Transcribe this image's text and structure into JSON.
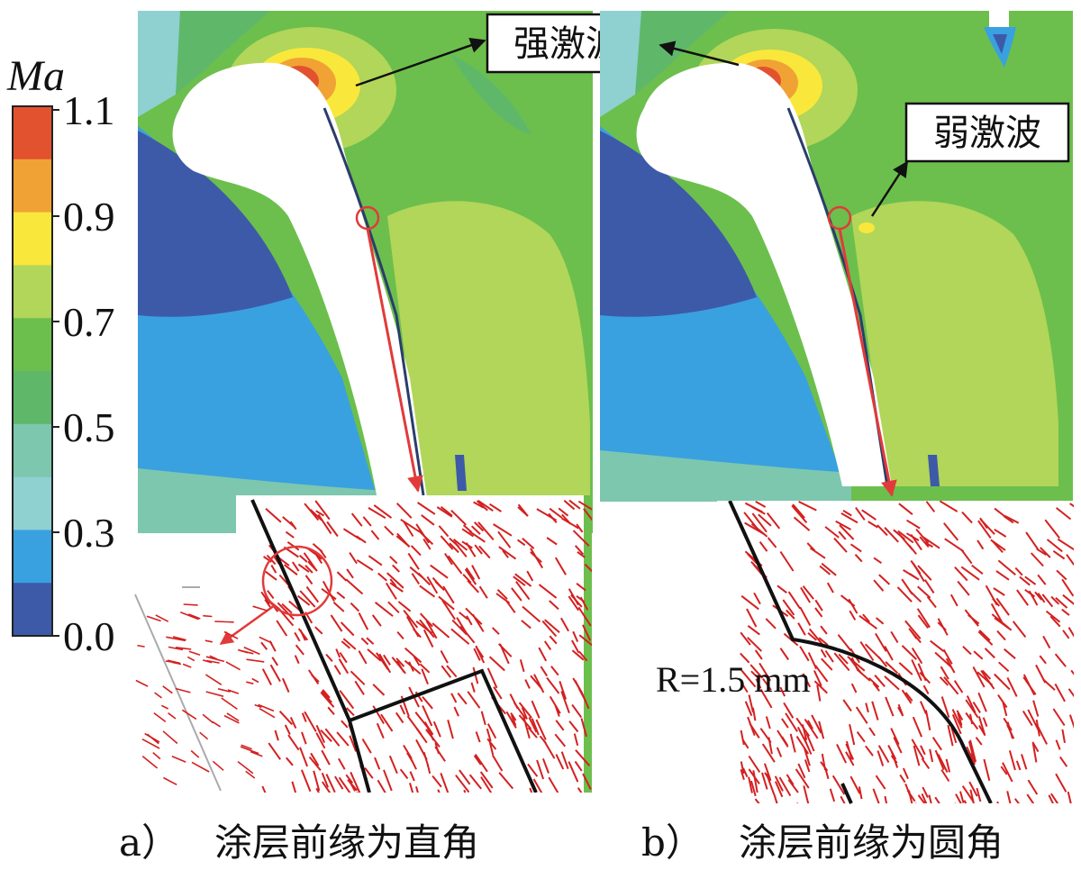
{
  "legend": {
    "title": "Ma",
    "ticks": [
      "1.1",
      "0.9",
      "0.7",
      "0.5",
      "0.3",
      "0.0"
    ],
    "colors": [
      "#e2522f",
      "#f1a235",
      "#f9e83b",
      "#b1d659",
      "#6cbf4c",
      "#5fb86a",
      "#7dc7ae",
      "#8fd0d0",
      "#39a1e0",
      "#3d5aa8"
    ]
  },
  "panel_a": {
    "callout": "强激波",
    "label": "a）",
    "caption": "涂层前缘为直角"
  },
  "panel_b": {
    "callout": "弱激波",
    "label": "b）",
    "caption": "涂层前缘为圆角",
    "radius_label": "R=1.5 mm"
  }
}
